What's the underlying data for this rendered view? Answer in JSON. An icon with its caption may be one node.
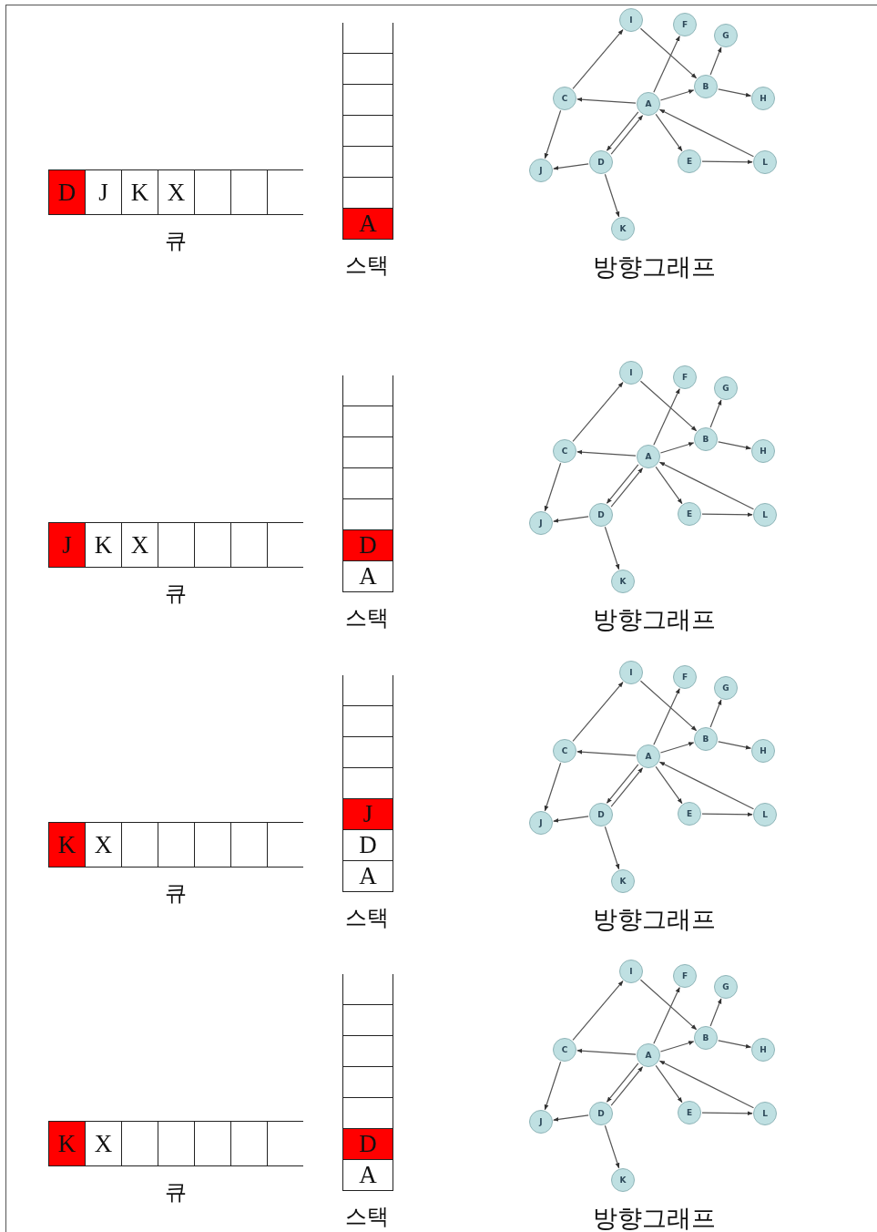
{
  "diagram": {
    "nodes": [
      {
        "text": [
          "D"
        ]
      },
      {
        "text": [
          "J"
        ]
      },
      {
        "text": [
          "K"
        ]
      },
      {
        "text": [
          "X"
        ]
      },
      {
        "text": [],
        "shape": "box"
      },
      {
        "text": [],
        "shape": "box"
      },
      {
        "text": [],
        "shape": "box"
      },
      {
        "text": [],
        "shape": "box"
      },
      {
        "text": [],
        "shape": "box"
      },
      {
        "text": [],
        "shape": "box"
      },
      {
        "text": [],
        "shape": "box"
      },
      {
        "text": [],
        "shape": "box"
      },
      {
        "text": [],
        "shape": "box"
      },
      {
        "text": [
          "A"
        ]
      },
      {
        "text": [
          "I"
        ]
      },
      {
        "text": [
          "F"
        ]
      },
      {
        "text": [
          "G"
        ]
      },
      {
        "text": [
          "C"
        ]
      },
      {
        "text": [
          "B"
        ]
      },
      {
        "text": [
          "H"
        ]
      },
      {
        "text": [
          "A"
        ]
      },
      {
        "text": [
          "J"
        ]
      },
      {
        "text": [
          "D"
        ]
      },
      {
        "text": [
          "E"
        ]
      },
      {
        "text": [
          "L"
        ]
      },
      {
        "text": [
          "K"
        ]
      },
      {
        "text": [
          "J"
        ]
      },
      {
        "text": [
          "K"
        ]
      },
      {
        "text": [
          "X"
        ]
      },
      {
        "text": [],
        "shape": "box"
      },
      {
        "text": [],
        "shape": "box"
      },
      {
        "text": [],
        "shape": "box"
      },
      {
        "text": [],
        "shape": "box"
      },
      {
        "text": [],
        "shape": "box"
      },
      {
        "text": [],
        "shape": "box"
      },
      {
        "text": [],
        "shape": "box"
      },
      {
        "text": [],
        "shape": "box"
      },
      {
        "text": [],
        "shape": "box"
      },
      {
        "text": [
          "D"
        ]
      },
      {
        "text": [
          "A"
        ]
      },
      {
        "text": [
          "I"
        ]
      },
      {
        "text": [
          "F"
        ]
      },
      {
        "text": [
          "G"
        ]
      },
      {
        "text": [
          "C"
        ]
      },
      {
        "text": [
          "B"
        ]
      },
      {
        "text": [
          "H"
        ]
      },
      {
        "text": [
          "A"
        ]
      },
      {
        "text": [
          "J"
        ]
      },
      {
        "text": [
          "D"
        ]
      },
      {
        "text": [
          "E"
        ]
      },
      {
        "text": [
          "L"
        ]
      },
      {
        "text": [
          "K"
        ]
      },
      {
        "text": [
          "K"
        ]
      },
      {
        "text": [
          "X"
        ]
      },
      {
        "text": [],
        "shape": "box"
      },
      {
        "text": [],
        "shape": "box"
      },
      {
        "text": [],
        "shape": "box"
      },
      {
        "text": [],
        "shape": "box"
      },
      {
        "text": [],
        "shape": "box"
      },
      {
        "text": [],
        "shape": "box"
      },
      {
        "text": [],
        "shape": "box"
      },
      {
        "text": [],
        "shape": "box"
      },
      {
        "text": [],
        "shape": "box"
      },
      {
        "text": [
          "J"
        ]
      },
      {
        "text": [
          "D"
        ]
      },
      {
        "text": [
          "A"
        ]
      },
      {
        "text": [
          "I"
        ]
      },
      {
        "text": [
          "F"
        ]
      },
      {
        "text": [
          "G"
        ]
      },
      {
        "text": [
          "C"
        ]
      },
      {
        "text": [
          "B"
        ]
      },
      {
        "text": [
          "H"
        ]
      },
      {
        "text": [
          "A"
        ]
      },
      {
        "text": [
          "J"
        ]
      },
      {
        "text": [
          "D"
        ]
      },
      {
        "text": [
          "E"
        ]
      },
      {
        "text": [
          "L"
        ]
      },
      {
        "text": [
          "K"
        ]
      },
      {
        "text": [
          "K"
        ]
      },
      {
        "text": [
          "X"
        ]
      },
      {
        "text": [],
        "shape": "box"
      },
      {
        "text": [],
        "shape": "box"
      },
      {
        "text": [],
        "shape": "box"
      },
      {
        "text": [],
        "shape": "box"
      },
      {
        "text": [],
        "shape": "box"
      },
      {
        "text": [],
        "shape": "box"
      },
      {
        "text": [],
        "shape": "box"
      },
      {
        "text": [],
        "shape": "box"
      },
      {
        "text": [],
        "shape": "box"
      },
      {
        "text": [],
        "shape": "box"
      },
      {
        "text": [
          "D"
        ]
      },
      {
        "text": [
          "A"
        ]
      },
      {
        "text": [
          "I"
        ]
      },
      {
        "text": [
          "F"
        ]
      },
      {
        "text": [
          "G"
        ]
      },
      {
        "text": [
          "C"
        ]
      },
      {
        "text": [
          "B"
        ]
      },
      {
        "text": [
          "H"
        ]
      },
      {
        "text": [
          "A"
        ]
      },
      {
        "text": [
          "J"
        ]
      },
      {
        "text": [
          "D"
        ]
      },
      {
        "text": [
          "E"
        ]
      },
      {
        "text": [
          "L"
        ]
      },
      {
        "text": [
          "K"
        ]
      }
    ],
    "edges": [
      {
        "from": 14,
        "to": 18,
        "arrow": "to"
      },
      {
        "from": 20,
        "to": 15,
        "arrow": "to"
      },
      {
        "from": 18,
        "to": 16,
        "arrow": "to"
      },
      {
        "from": 18,
        "to": 19,
        "arrow": "to"
      },
      {
        "from": 20,
        "to": 18,
        "arrow": "to"
      },
      {
        "from": 20,
        "to": 17,
        "arrow": "to"
      },
      {
        "from": 17,
        "to": 14,
        "arrow": "to"
      },
      {
        "from": 17,
        "to": 21,
        "arrow": "to"
      },
      {
        "from": 20,
        "to": 22,
        "arrow": "to"
      },
      {
        "from": 22,
        "to": 20,
        "arrow": "to"
      },
      {
        "from": 20,
        "to": 23,
        "arrow": "to"
      },
      {
        "from": 23,
        "to": 24,
        "arrow": "to"
      },
      {
        "from": 24,
        "to": 20,
        "arrow": "to"
      },
      {
        "from": 22,
        "to": 21,
        "arrow": "to"
      },
      {
        "from": 22,
        "to": 25,
        "arrow": "to"
      },
      {
        "from": 40,
        "to": 44,
        "arrow": "to"
      },
      {
        "from": 46,
        "to": 41,
        "arrow": "to"
      },
      {
        "from": 44,
        "to": 42,
        "arrow": "to"
      },
      {
        "from": 44,
        "to": 45,
        "arrow": "to"
      },
      {
        "from": 46,
        "to": 44,
        "arrow": "to"
      },
      {
        "from": 46,
        "to": 43,
        "arrow": "to"
      },
      {
        "from": 43,
        "to": 40,
        "arrow": "to"
      },
      {
        "from": 43,
        "to": 47,
        "arrow": "to"
      },
      {
        "from": 46,
        "to": 48,
        "arrow": "to"
      },
      {
        "from": 48,
        "to": 46,
        "arrow": "to"
      },
      {
        "from": 46,
        "to": 49,
        "arrow": "to"
      },
      {
        "from": 49,
        "to": 50,
        "arrow": "to"
      },
      {
        "from": 50,
        "to": 46,
        "arrow": "to"
      },
      {
        "from": 48,
        "to": 47,
        "arrow": "to"
      },
      {
        "from": 48,
        "to": 51,
        "arrow": "to"
      },
      {
        "from": 66,
        "to": 70,
        "arrow": "to"
      },
      {
        "from": 72,
        "to": 67,
        "arrow": "to"
      },
      {
        "from": 70,
        "to": 68,
        "arrow": "to"
      },
      {
        "from": 70,
        "to": 71,
        "arrow": "to"
      },
      {
        "from": 72,
        "to": 70,
        "arrow": "to"
      },
      {
        "from": 72,
        "to": 69,
        "arrow": "to"
      },
      {
        "from": 69,
        "to": 66,
        "arrow": "to"
      },
      {
        "from": 69,
        "to": 73,
        "arrow": "to"
      },
      {
        "from": 72,
        "to": 74,
        "arrow": "to"
      },
      {
        "from": 74,
        "to": 72,
        "arrow": "to"
      },
      {
        "from": 72,
        "to": 75,
        "arrow": "to"
      },
      {
        "from": 75,
        "to": 76,
        "arrow": "to"
      },
      {
        "from": 76,
        "to": 72,
        "arrow": "to"
      },
      {
        "from": 74,
        "to": 73,
        "arrow": "to"
      },
      {
        "from": 74,
        "to": 77,
        "arrow": "to"
      },
      {
        "from": 92,
        "to": 96,
        "arrow": "to"
      },
      {
        "from": 98,
        "to": 93,
        "arrow": "to"
      },
      {
        "from": 96,
        "to": 94,
        "arrow": "to"
      },
      {
        "from": 96,
        "to": 97,
        "arrow": "to"
      },
      {
        "from": 98,
        "to": 96,
        "arrow": "to"
      },
      {
        "from": 98,
        "to": 95,
        "arrow": "to"
      },
      {
        "from": 95,
        "to": 92,
        "arrow": "to"
      },
      {
        "from": 95,
        "to": 99,
        "arrow": "to"
      },
      {
        "from": 98,
        "to": 100,
        "arrow": "to"
      },
      {
        "from": 100,
        "to": 98,
        "arrow": "to"
      },
      {
        "from": 98,
        "to": 101,
        "arrow": "to"
      },
      {
        "from": 101,
        "to": 102,
        "arrow": "to"
      },
      {
        "from": 102,
        "to": 98,
        "arrow": "to"
      },
      {
        "from": 100,
        "to": 99,
        "arrow": "to"
      },
      {
        "from": 100,
        "to": 103,
        "arrow": "to"
      }
    ],
    "labels": [
      "큐",
      "스택",
      "방향그래프",
      "큐",
      "스택",
      "방향그래프",
      "큐",
      "스택",
      "방향그래프",
      "큐",
      "스택",
      "방향그래프"
    ]
  }
}
